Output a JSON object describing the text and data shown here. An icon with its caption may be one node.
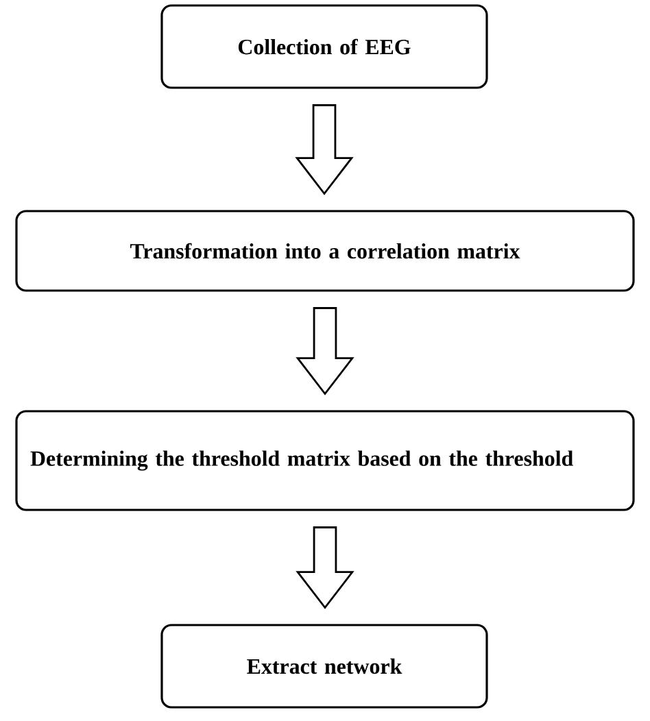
{
  "diagram": {
    "nodes": [
      {
        "text": [
          "Collection of EEG"
        ]
      },
      {
        "text": [
          "Transformation into a correlation matrix"
        ]
      },
      {
        "text": [
          "Determining the threshold matrix based on the threshold"
        ]
      },
      {
        "text": [
          "Extract network"
        ]
      }
    ],
    "edges": [
      {
        "from": 0,
        "to": 1,
        "arrow": "to"
      },
      {
        "from": 1,
        "to": 2,
        "arrow": "to"
      },
      {
        "from": 2,
        "to": 3,
        "arrow": "to"
      }
    ]
  }
}
